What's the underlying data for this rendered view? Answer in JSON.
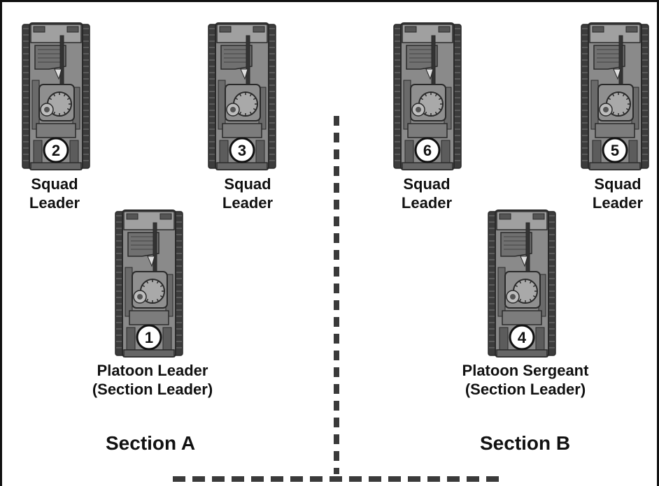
{
  "vehicles": [
    {
      "number": "2",
      "label_line1": "Squad",
      "label_line2": "Leader"
    },
    {
      "number": "3",
      "label_line1": "Squad",
      "label_line2": "Leader"
    },
    {
      "number": "6",
      "label_line1": "Squad",
      "label_line2": "Leader"
    },
    {
      "number": "5",
      "label_line1": "Squad",
      "label_line2": "Leader"
    },
    {
      "number": "1",
      "label_line1": "Platoon Leader",
      "label_line2": "(Section Leader)"
    },
    {
      "number": "4",
      "label_line1": "Platoon Sergeant",
      "label_line2": "(Section Leader)"
    }
  ],
  "sections": [
    {
      "label": "Section A"
    },
    {
      "label": "Section B"
    }
  ],
  "colors": {
    "vehicle_fill": "#8a8a8a",
    "vehicle_dark": "#2a2a2a",
    "line": "#3a3a3a",
    "border": "#111111"
  }
}
